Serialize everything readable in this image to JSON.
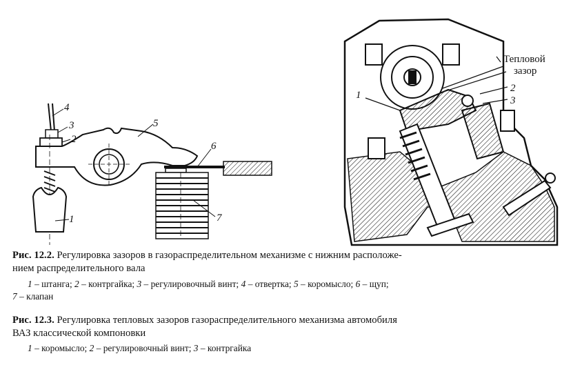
{
  "figure_left": {
    "labels": [
      "1",
      "2",
      "3",
      "4",
      "5",
      "6",
      "7"
    ]
  },
  "figure_right": {
    "labels": [
      "1",
      "2",
      "3"
    ],
    "thermal_gap_line1": "Тепловой",
    "thermal_gap_line2": "зазор"
  },
  "caption_12_2": {
    "number": "Рис. 12.2.",
    "text": "Регулировка зазоров в газораспределительном механизме с нижним расположе-",
    "text_line2": "нием распределительного вала",
    "legend_line1": [
      {
        "num": "1",
        "text": "– штанга; "
      },
      {
        "num": "2",
        "text": "– контргайка; "
      },
      {
        "num": "3",
        "text": "– регулировочный винт; "
      },
      {
        "num": "4",
        "text": "– отвертка; "
      },
      {
        "num": "5",
        "text": "– коромысло; "
      },
      {
        "num": "6",
        "text": "– щуп;"
      }
    ],
    "legend_line2": [
      {
        "num": "7",
        "text": "– клапан"
      }
    ]
  },
  "caption_12_3": {
    "number": "Рис. 12.3.",
    "text": "Регулировка тепловых зазоров газораспределительного механизма автомобиля",
    "text_line2": "ВАЗ классической компоновки",
    "legend_line1": [
      {
        "num": "1",
        "text": "– коромысло; "
      },
      {
        "num": "2",
        "text": "– регулировочный винт; "
      },
      {
        "num": "3",
        "text": "– контргайка"
      }
    ]
  }
}
